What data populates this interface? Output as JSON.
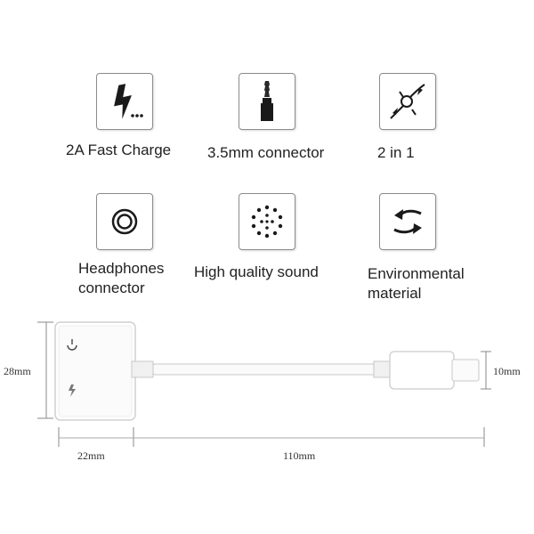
{
  "features": [
    {
      "icon": "lightning-icon",
      "label": "2A Fast Charge"
    },
    {
      "icon": "audio-jack-icon",
      "label": "3.5mm connector"
    },
    {
      "icon": "two-in-one-icon",
      "label": "2 in 1"
    },
    {
      "icon": "headphone-port-icon",
      "label": "Headphones connector",
      "line1": "Headphones",
      "line2": "connector"
    },
    {
      "icon": "sound-dots-icon",
      "label": "High quality sound"
    },
    {
      "icon": "arrows-icon",
      "label": "Environmental material",
      "line1": "Environmental",
      "line2": "material"
    }
  ],
  "dimensions": {
    "height": "28mm",
    "plug_height": "10mm",
    "body_length": "22mm",
    "cable_length": "110mm"
  }
}
